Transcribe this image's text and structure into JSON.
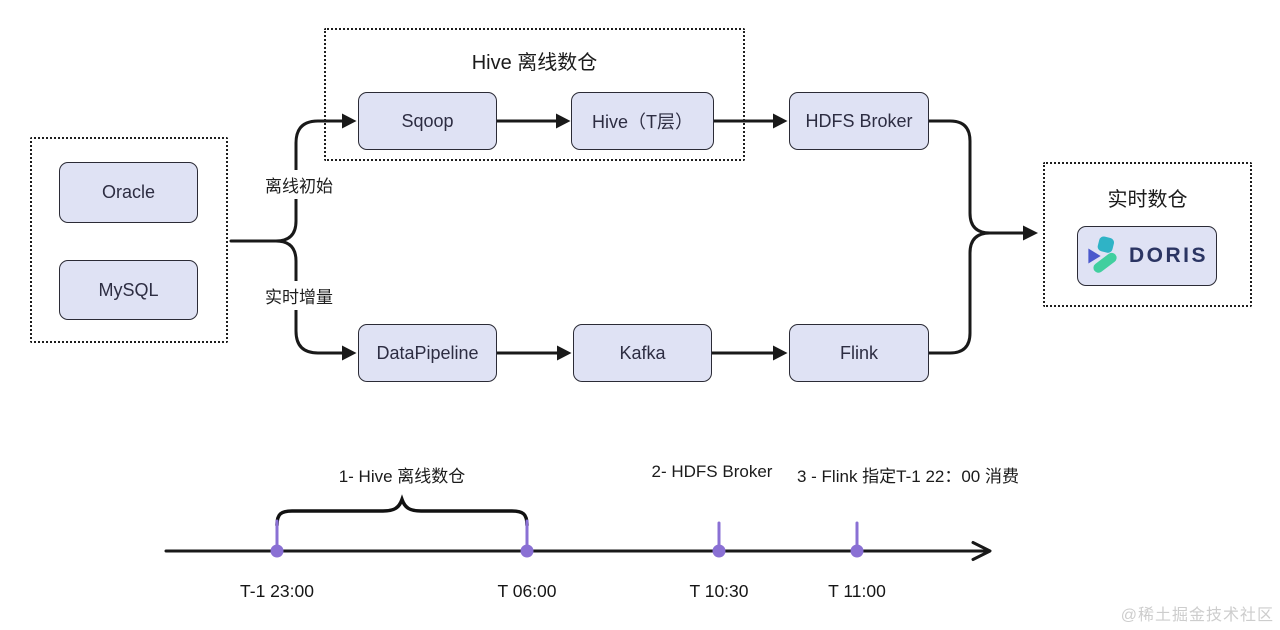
{
  "flow": {
    "source_group": {
      "nodes": [
        {
          "label": "Oracle"
        },
        {
          "label": "MySQL"
        }
      ]
    },
    "branches": {
      "offline_label": "离线初始",
      "realtime_label": "实时增量"
    },
    "hive_group": {
      "title": "Hive 离线数仓",
      "nodes": [
        {
          "label": "Sqoop"
        },
        {
          "label": "Hive（T层）"
        }
      ]
    },
    "offline_tail_node": {
      "label": "HDFS Broker"
    },
    "realtime_nodes": [
      {
        "label": "DataPipeline"
      },
      {
        "label": "Kafka"
      },
      {
        "label": "Flink"
      }
    ],
    "realtime_group": {
      "title": "实时数仓",
      "doris": {
        "label": "DORIS",
        "icon": "doris-logo-icon"
      }
    }
  },
  "timeline": {
    "annotations": [
      {
        "label": "1- Hive 离线数仓"
      },
      {
        "label": "2- HDFS Broker"
      },
      {
        "label": "3 - Flink 指定T-1 22：00 消费"
      }
    ],
    "ticks": [
      {
        "label": "T-1 23:00"
      },
      {
        "label": "T 06:00"
      },
      {
        "label": "T 10:30"
      },
      {
        "label": "T 11:00"
      }
    ]
  },
  "watermark": "@稀土掘金技术社区",
  "colors": {
    "node_fill": "#dfe2f4",
    "node_border": "#2b2b36",
    "connector_line": "#191919",
    "timeline_marker": "#8a70d4",
    "doris_text": "#2b3563",
    "doris_teal": "#2fb3c6",
    "doris_blue": "#4a58cc",
    "doris_green": "#41cf9f",
    "watermark": "#cdcdcd"
  }
}
